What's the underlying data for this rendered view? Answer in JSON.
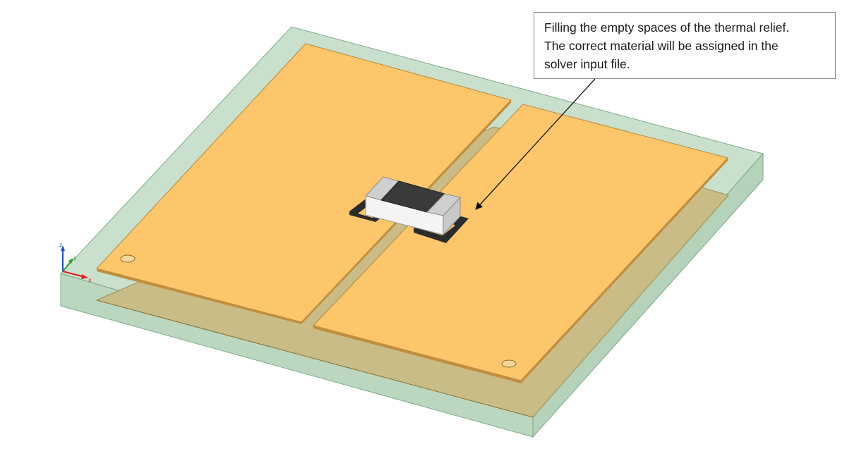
{
  "callout": {
    "lines": [
      "Filling the empty spaces of the thermal relief.",
      "The correct material will be assigned in the",
      "solver input file."
    ]
  },
  "triad": {
    "axes": [
      "z",
      "y",
      "x"
    ]
  },
  "colors": {
    "enclosure_fill": "#c9e0cc",
    "enclosure_edge": "#7fa88a",
    "copper_top": "#fdc66a",
    "copper_edge": "#b98a3c",
    "copper_bottom": "#c9bb84",
    "component_body": "#3a3a3a",
    "component_terminal": "#d4d4d4",
    "component_face": "#f4f4f4",
    "thermal_relief": "#2b2b2b",
    "axis_x": "#e02020",
    "axis_y": "#2aa02a",
    "axis_z": "#2050d0"
  }
}
